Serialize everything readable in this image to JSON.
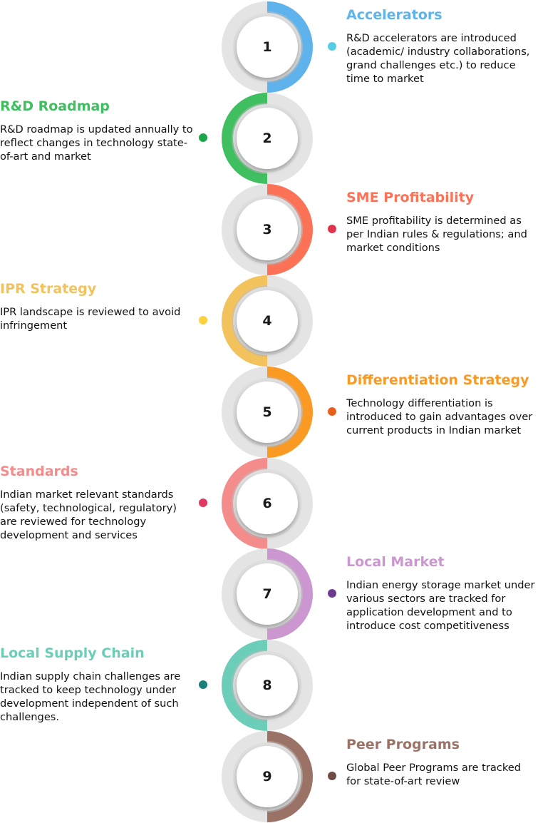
{
  "steps": [
    {
      "number": "1",
      "title": "Accelerators",
      "description": "R&D accelerators are introduced (academic/ industry collaborations, grand challenges etc.) to reduce time to market",
      "color": "#5fb3ec",
      "dot_color": "#56cde4",
      "side": "right"
    },
    {
      "number": "2",
      "title": "R&D Roadmap",
      "description": "R&D roadmap is updated annually to reflect changes in technology state-of-art and market",
      "color": "#3fbf5f",
      "dot_color": "#1ca64a",
      "side": "left"
    },
    {
      "number": "3",
      "title": "SME Profitability",
      "description": "SME profitability is determined as per Indian rules & regulations; and market conditions",
      "color": "#fb7257",
      "dot_color": "#e2344d",
      "side": "right"
    },
    {
      "number": "4",
      "title": "IPR Strategy",
      "description": "IPR landscape is reviewed to avoid infringement",
      "color": "#f2c35d",
      "dot_color": "#fbd23e",
      "side": "left"
    },
    {
      "number": "5",
      "title": "Differentiation Strategy",
      "description": "Technology differentiation is introduced to gain advantages over current products in Indian market",
      "color": "#fa9a22",
      "dot_color": "#e8601c",
      "side": "right"
    },
    {
      "number": "6",
      "title": "Standards",
      "description": "Indian market relevant standards (safety, technological, regulatory) are reviewed for technology development and services",
      "color": "#f48c8c",
      "dot_color": "#e0385f",
      "side": "left"
    },
    {
      "number": "7",
      "title": "Local Market",
      "description": "Indian energy storage market under various sectors are tracked for application development and to introduce cost competitiveness",
      "color": "#cc97d0",
      "dot_color": "#6d3c8e",
      "side": "right"
    },
    {
      "number": "8",
      "title": "Local Supply Chain",
      "description": "Indian supply chain challenges are tracked to keep technology under development independent of  such challenges.",
      "color": "#6ccdb9",
      "dot_color": "#19807a",
      "side": "left"
    },
    {
      "number": "9",
      "title": "Peer Programs",
      "description": "Global Peer Programs are tracked for state-of-art review",
      "color": "#9b7366",
      "dot_color": "#6f4c44",
      "side": "right"
    }
  ]
}
